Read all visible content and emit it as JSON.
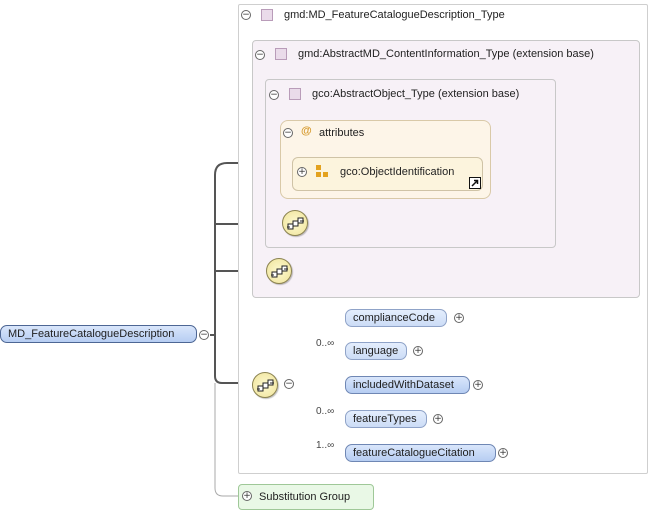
{
  "root_element": "MD_FeatureCatalogueDescription",
  "types": {
    "outer_type": "gmd:MD_FeatureCatalogueDescription_Type",
    "base_type": "gmd:AbstractMD_ContentInformation_Type (extension base)",
    "object_type": "gco:AbstractObject_Type (extension base)"
  },
  "attributes": {
    "label": "attributes",
    "at_symbol": "@",
    "group": "gco:ObjectIdentification"
  },
  "children": [
    {
      "name": "complianceCode",
      "cardinality": "",
      "optional": true
    },
    {
      "name": "language",
      "cardinality": "0..∞",
      "optional": true
    },
    {
      "name": "includedWithDataset",
      "cardinality": "",
      "optional": false
    },
    {
      "name": "featureTypes",
      "cardinality": "0..∞",
      "optional": true
    },
    {
      "name": "featureCatalogueCitation",
      "cardinality": "1..∞",
      "optional": false
    }
  ],
  "substitution_group": "Substitution Group",
  "toggle_symbols": {
    "expanded": "−",
    "collapsed": "+"
  },
  "colors": {
    "element_fill": "#c8daf7",
    "type_fill": "#f7f1f7",
    "attribute_fill": "#fdf5e8",
    "sequence_fill": "#f5edb8",
    "substitution_fill": "#e9f8e6"
  },
  "icons": [
    "type-icon",
    "sequence-compositor-icon",
    "attribute-group-icon",
    "jump-link-icon"
  ]
}
